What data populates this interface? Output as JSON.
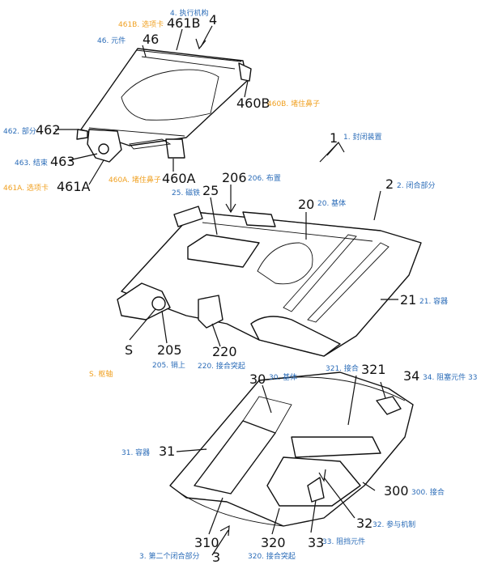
{
  "callouts": {
    "c4": {
      "num": "4",
      "text": "4. 执行机构"
    },
    "c461b": {
      "num": "461B",
      "text": "461B. 选项卡"
    },
    "c46": {
      "num": "46",
      "text": "46. 元件"
    },
    "c460b": {
      "num": "460B",
      "text": "460B. 堵住鼻子"
    },
    "c462": {
      "num": "462",
      "text": "462. 部分"
    },
    "c463": {
      "num": "463",
      "text": "463. 结束"
    },
    "c461a": {
      "num": "461A",
      "text": "461A. 选项卡"
    },
    "c460a": {
      "num": "460A",
      "text": "460A. 堵住鼻子"
    },
    "c1": {
      "num": "1",
      "text": "1. 封闭装置"
    },
    "c206": {
      "num": "206",
      "text": "206. 布置"
    },
    "c25": {
      "num": "25",
      "text": "25. 磁铁"
    },
    "c20": {
      "num": "20",
      "text": "20. 基体"
    },
    "c2": {
      "num": "2",
      "text": "2. 闭合部分"
    },
    "c21": {
      "num": "21",
      "text": "21. 容器"
    },
    "cS": {
      "num": "S",
      "text": "S. 枢轴"
    },
    "c205": {
      "num": "205",
      "text": "205. 销上"
    },
    "c220": {
      "num": "220",
      "text": "220. 接合突起"
    },
    "c30": {
      "num": "30",
      "text": "30. 基体"
    },
    "c321": {
      "num": "321",
      "text": "321. 接合"
    },
    "c34": {
      "num": "34",
      "text": "34. 阻塞元件 33"
    },
    "c31": {
      "num": "31",
      "text": "31. 容器"
    },
    "c300": {
      "num": "300",
      "text": "300. 接合"
    },
    "c32": {
      "num": "32",
      "text": "32. 参与机制"
    },
    "c310": {
      "num": "310",
      "text": ""
    },
    "c320": {
      "num": "320",
      "text": "320. 接合突起"
    },
    "c33": {
      "num": "33",
      "text": "33. 阻挡元件"
    },
    "c3": {
      "num": "3",
      "text": "3. 第二个闭合部分"
    }
  },
  "colors": {
    "chinese_label": "#2b6cb8",
    "chinese_label_alt": "#f0a020",
    "line": "#111111"
  }
}
